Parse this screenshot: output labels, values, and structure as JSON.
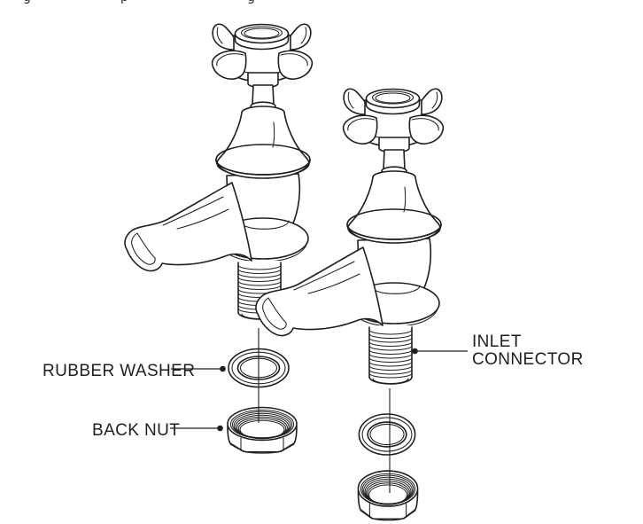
{
  "canvas": {
    "background": "#ffffff",
    "ink": "#1f1f1f"
  },
  "top_cropped_line": {
    "visible_fragments": [
      "g",
      "p",
      "g"
    ]
  },
  "diagram": {
    "labels": {
      "rubber_washer": "RUBBER WASHER",
      "back_nut": "BACK NUT",
      "inlet_connector_line1": "INLET",
      "inlet_connector_line2": "CONNECTOR"
    }
  }
}
